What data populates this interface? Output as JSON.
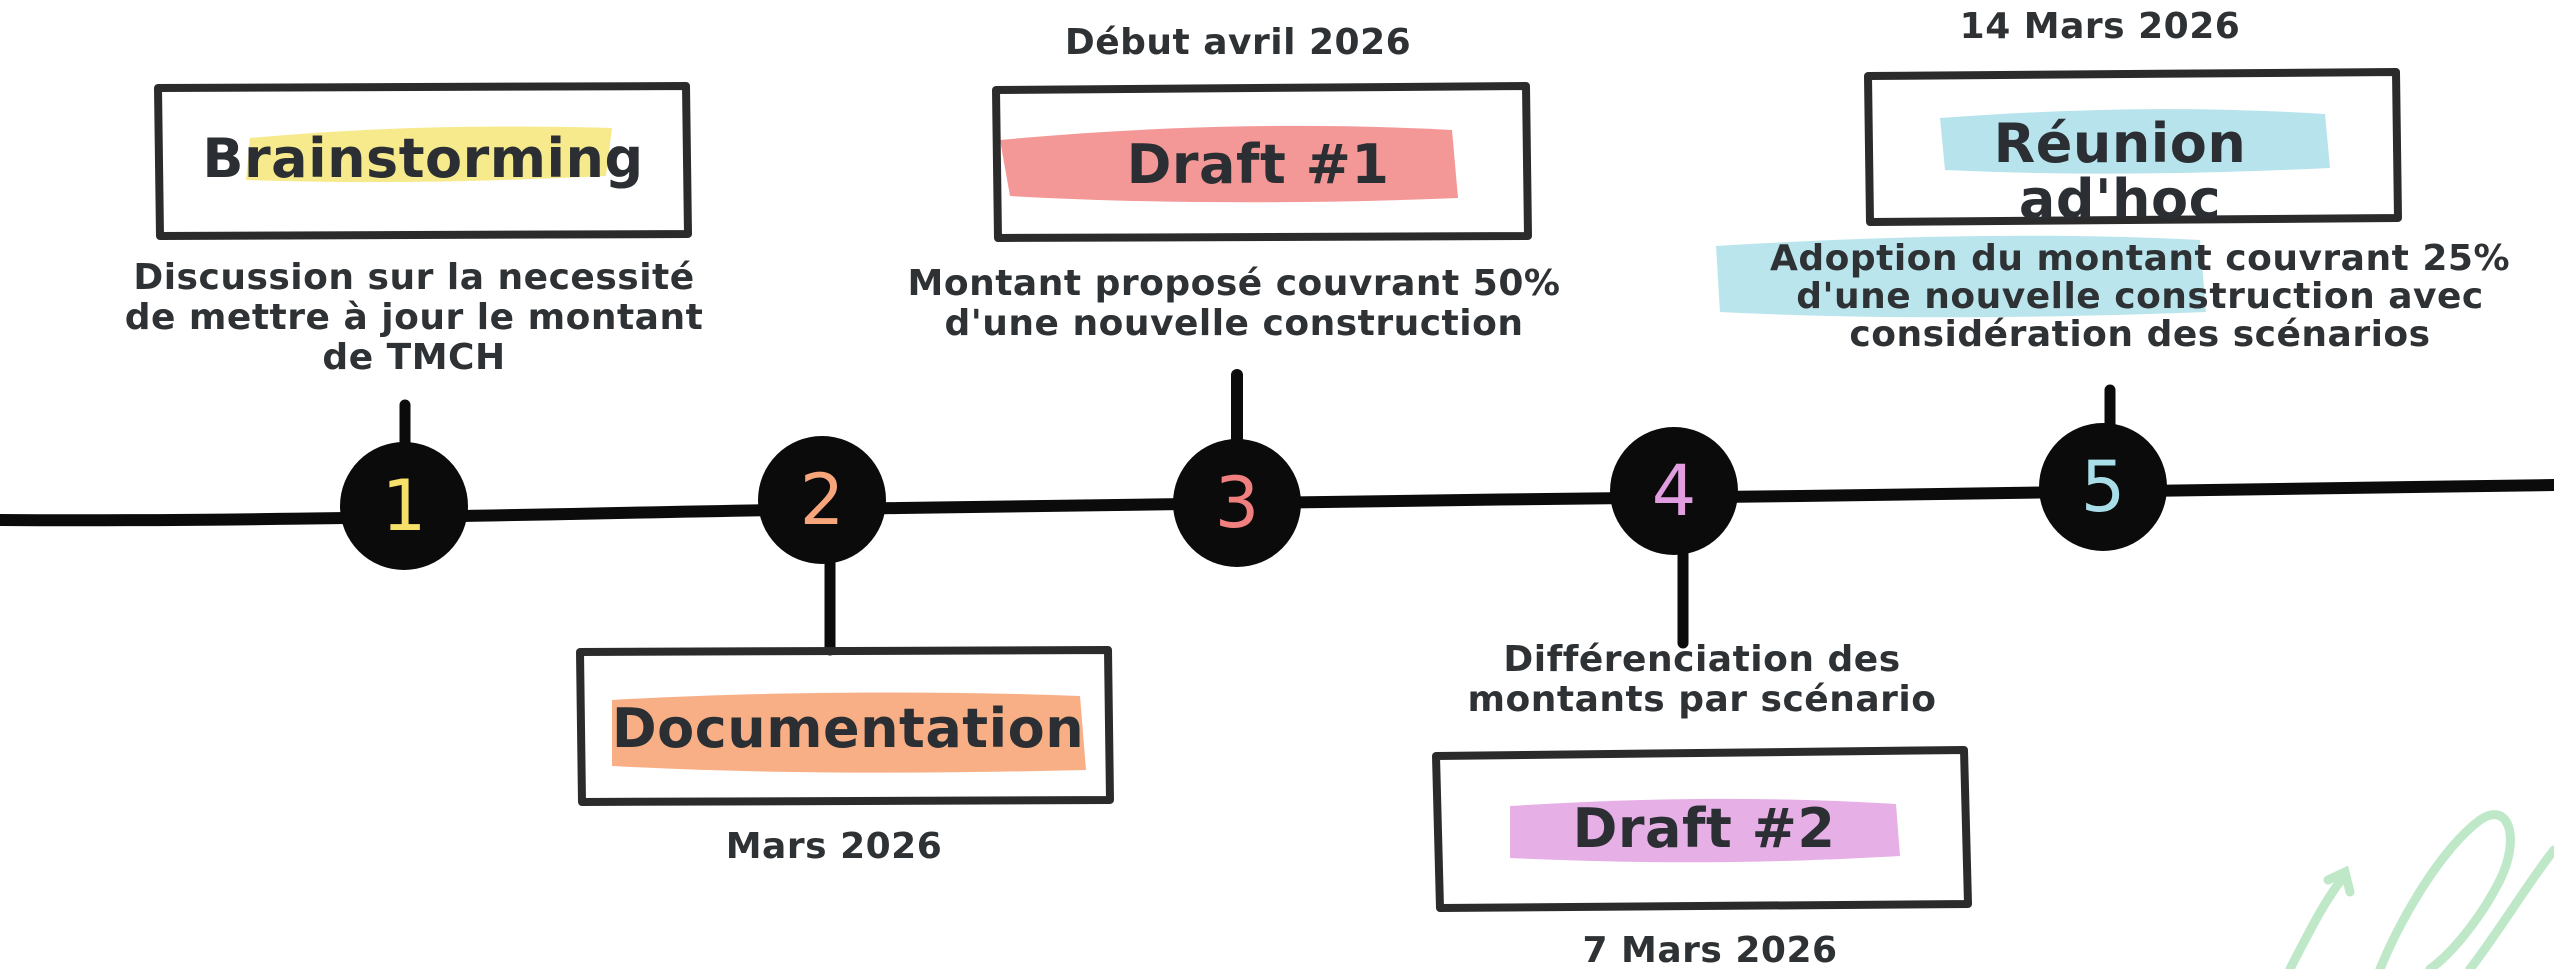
{
  "colors": {
    "line": "#0b0b0b",
    "text": "#2e3234",
    "yellow": "#f7e986",
    "red": "#f28b8b",
    "orange": "#f8ab80",
    "pink": "#e3a6e2",
    "blue": "#aee0ea",
    "green": "#bfe8c8"
  },
  "timeline": {
    "milestones": [
      {
        "number": "1",
        "color": "#f7e06a"
      },
      {
        "number": "2",
        "color": "#f7a57a"
      },
      {
        "number": "3",
        "color": "#f07f7f"
      },
      {
        "number": "4",
        "color": "#e09de0"
      },
      {
        "number": "5",
        "color": "#a9dde8"
      }
    ],
    "steps": [
      {
        "title": "Brainstorming",
        "date": "",
        "description": "Discussion sur la necessité de mettre à jour le montant de TMCH"
      },
      {
        "title": "Documentation",
        "date": "Mars 2026",
        "description": ""
      },
      {
        "title": "Draft #1",
        "date": "Début avril  2026",
        "description": "Montant proposé couvrant 50% d'une nouvelle construction"
      },
      {
        "title": "Draft #2",
        "date": "7 Mars 2026",
        "description": "Différenciation des montants par scénario"
      },
      {
        "title": "Réunion ad'hoc",
        "date": "14 Mars 2026",
        "description": "Adoption du montant couvrant 25% d'une nouvelle construction avec considération des scénarios"
      }
    ]
  }
}
